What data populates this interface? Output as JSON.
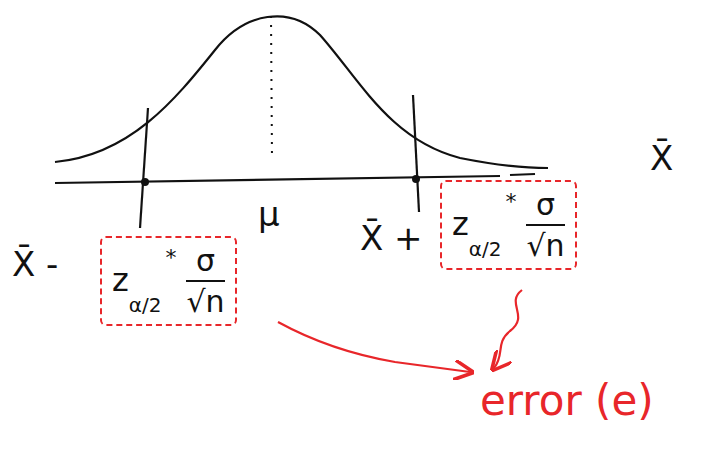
{
  "diagram": {
    "nodes": [
      {
        "text": [
          "z",
          "α/2",
          "*",
          "σ",
          "√n"
        ]
      },
      {
        "text": [
          "z",
          "α/2",
          "*",
          "σ",
          "√n"
        ]
      }
    ],
    "labels": [
      "X̄ -",
      "μ",
      "X̄ +",
      "X̄",
      "error (e)"
    ]
  }
}
